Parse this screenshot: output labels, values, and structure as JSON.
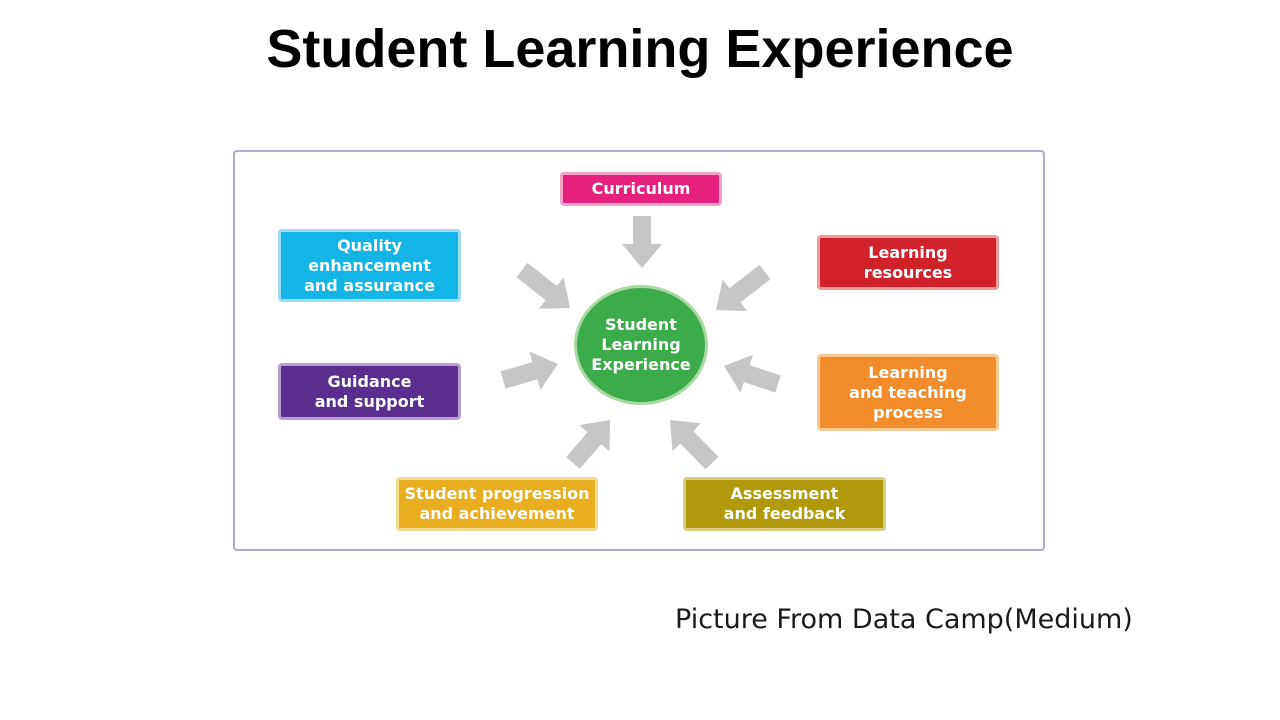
{
  "title": "Student Learning Experience",
  "caption": "Picture From Data Camp(Medium)",
  "diagram": {
    "center": {
      "label": "Student\nLearning\nExperience",
      "color": "#3cab4a",
      "border": "#a9d8a0"
    },
    "boxes": {
      "curriculum": {
        "label": "Curriculum",
        "color": "#e5207e",
        "border": "#f4a3c8"
      },
      "quality": {
        "label": "Quality\nenhancement\nand assurance",
        "color": "#13b5e6",
        "border": "#9fdcf2"
      },
      "learning_resources": {
        "label": "Learning\nresources",
        "color": "#d1212b",
        "border": "#ec9a9a"
      },
      "guidance": {
        "label": "Guidance\nand support",
        "color": "#5b2d8f",
        "border": "#b5a0cf"
      },
      "teaching_process": {
        "label": "Learning\nand teaching\nprocess",
        "color": "#f28b29",
        "border": "#f8c995"
      },
      "progression": {
        "label": "Student progression\nand achievement",
        "color": "#e8ae1f",
        "border": "#f4d98e"
      },
      "assessment": {
        "label": "Assessment\nand feedback",
        "color": "#b09a0c",
        "border": "#d9cc85"
      }
    },
    "arrow_color": "#c6c6c6"
  }
}
